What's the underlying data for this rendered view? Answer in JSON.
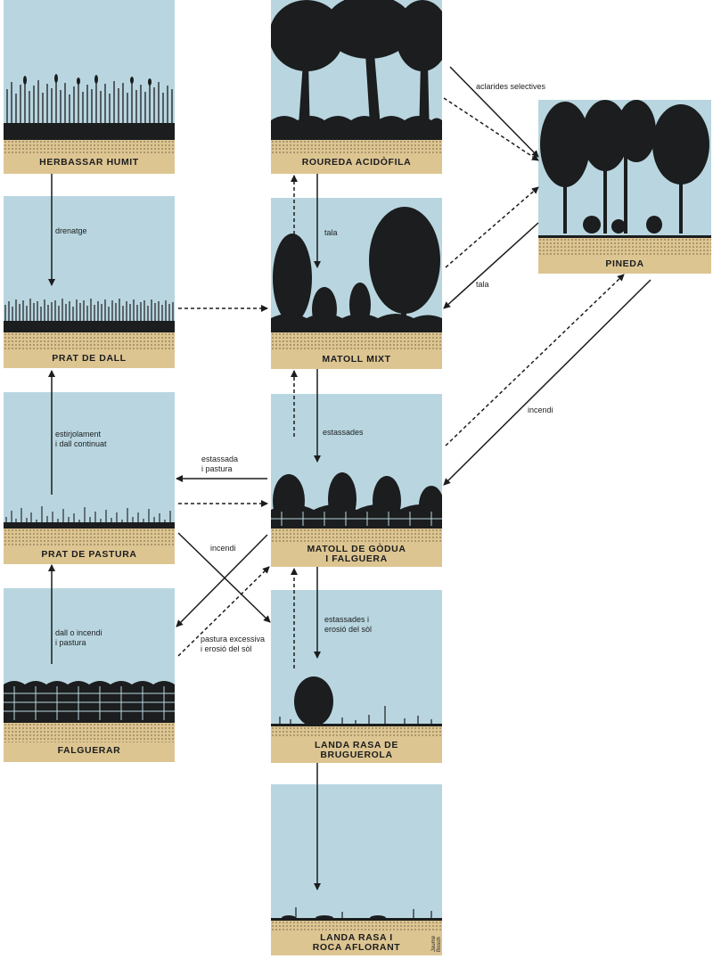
{
  "colors": {
    "sky": "#b9d6e0",
    "soil": "#ddc592",
    "ink": "#1b1d1e"
  },
  "panels": {
    "herbassar": "HERBASSAR HUMIT",
    "prat_dall": "PRAT DE DALL",
    "prat_pastura": "PRAT DE PASTURA",
    "falguerar": "FALGUERAR",
    "roureda": "ROUREDA ACIDÒFILA",
    "matoll_mixt": "MATOLL MIXT",
    "matoll_godua_1": "MATOLL DE GÒDUA",
    "matoll_godua_2": "I FALGUERA",
    "landa_1": "LANDA RASA DE",
    "landa_2": "BRUGUEROLA",
    "roca_1": "LANDA RASA I",
    "roca_2": "ROCA AFLORANT",
    "pineda": "PINEDA"
  },
  "labels": {
    "drenatge": "drenatge",
    "estirjolament": "estirjolament\ni dall continuat",
    "dall_incendi": "dall o incendi\ni pastura",
    "tala_center": "tala",
    "estassades": "estassades",
    "estassades_erosio": "estassades i\nerosió del sòl",
    "estassada_pastura": "estassada\ni pastura",
    "incendi_left": "incendi",
    "pastura_excessiva": "pastura excessiva\ni erosió del sòl",
    "aclarides": "aclarides selectives",
    "tala_right": "tala",
    "incendi_right": "incendi"
  },
  "signature": "Jaume Bosch"
}
